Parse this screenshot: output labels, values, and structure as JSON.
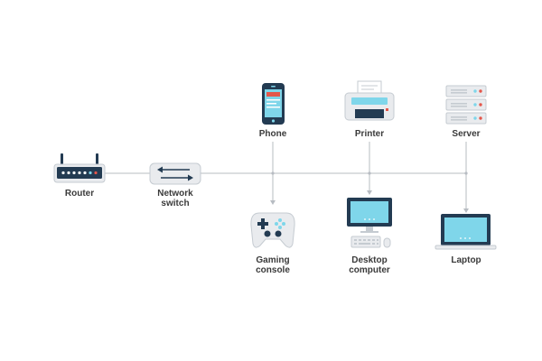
{
  "colors": {
    "line": "#b7bcc2",
    "device_dark": "#233b52",
    "screen_blue": "#7fd6ea",
    "light_gray": "#e9ebee",
    "mid_gray": "#c5cbd1",
    "accent_red": "#e4574b",
    "label_text": "#3a3a3a"
  },
  "nodes": [
    {
      "id": "router",
      "icon": "router-icon",
      "line1": "Router",
      "line2": ""
    },
    {
      "id": "switch",
      "icon": "network-switch-icon",
      "line1": "Network",
      "line2": "switch"
    },
    {
      "id": "phone",
      "icon": "phone-icon",
      "line1": "Phone",
      "line2": ""
    },
    {
      "id": "printer",
      "icon": "printer-icon",
      "line1": "Printer",
      "line2": ""
    },
    {
      "id": "server",
      "icon": "server-icon",
      "line1": "Server",
      "line2": ""
    },
    {
      "id": "console",
      "icon": "gamepad-icon",
      "line1": "Gaming",
      "line2": "console"
    },
    {
      "id": "desktop",
      "icon": "desktop-computer-icon",
      "line1": "Desktop",
      "line2": "computer"
    },
    {
      "id": "laptop",
      "icon": "laptop-icon",
      "line1": "Laptop",
      "line2": ""
    }
  ]
}
